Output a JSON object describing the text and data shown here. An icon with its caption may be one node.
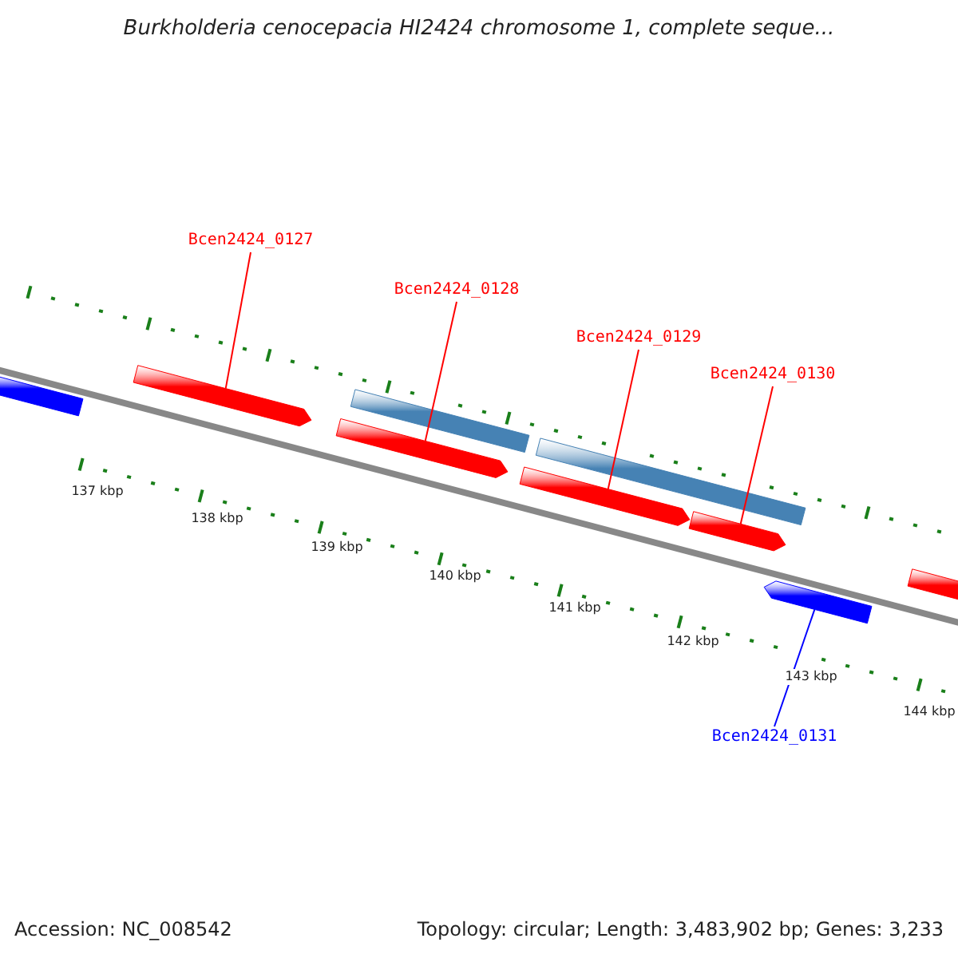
{
  "diagram": {
    "title": "Burkholderia cenocepacia HI2424 chromosome 1, complete seque...",
    "nodes": [
      {
        "text": [
          "Bcen2424_0127"
        ]
      },
      {
        "text": [
          "Bcen2424_0128"
        ]
      },
      {
        "text": [
          "Bcen2424_0129"
        ]
      },
      {
        "text": [
          "Bcen2424_0130"
        ]
      },
      {
        "text": [],
        "shape": "arrow"
      },
      {
        "text": [],
        "shape": "arrow"
      },
      {
        "text": [],
        "shape": "bar"
      },
      {
        "text": [],
        "shape": "arrow"
      },
      {
        "text": [],
        "shape": "bar"
      },
      {
        "text": [],
        "shape": "arrow"
      },
      {
        "text": [],
        "shape": "arrow"
      },
      {
        "text": [],
        "shape": "arrow"
      },
      {
        "text": [],
        "shape": "arrow"
      },
      {
        "text": [
          "Bcen2424_0131"
        ]
      }
    ],
    "edges": [
      {
        "from": 0,
        "to": 5,
        "arrow": "none"
      },
      {
        "from": 1,
        "to": 7,
        "arrow": "none"
      },
      {
        "from": 2,
        "to": 9,
        "arrow": "none"
      },
      {
        "from": 3,
        "to": 10,
        "arrow": "none"
      },
      {
        "from": 13,
        "to": 11,
        "arrow": "none",
        "color": "#0000ff"
      }
    ],
    "labels": [
      "137 kbp",
      "138 kbp",
      "139 kbp",
      "140 kbp",
      "141 kbp",
      "142 kbp",
      "143 kbp",
      "144 kbp",
      "Accession: NC_008542",
      "Topology: circular; Length: 3,483,902 bp; Genes: 3,233"
    ]
  }
}
